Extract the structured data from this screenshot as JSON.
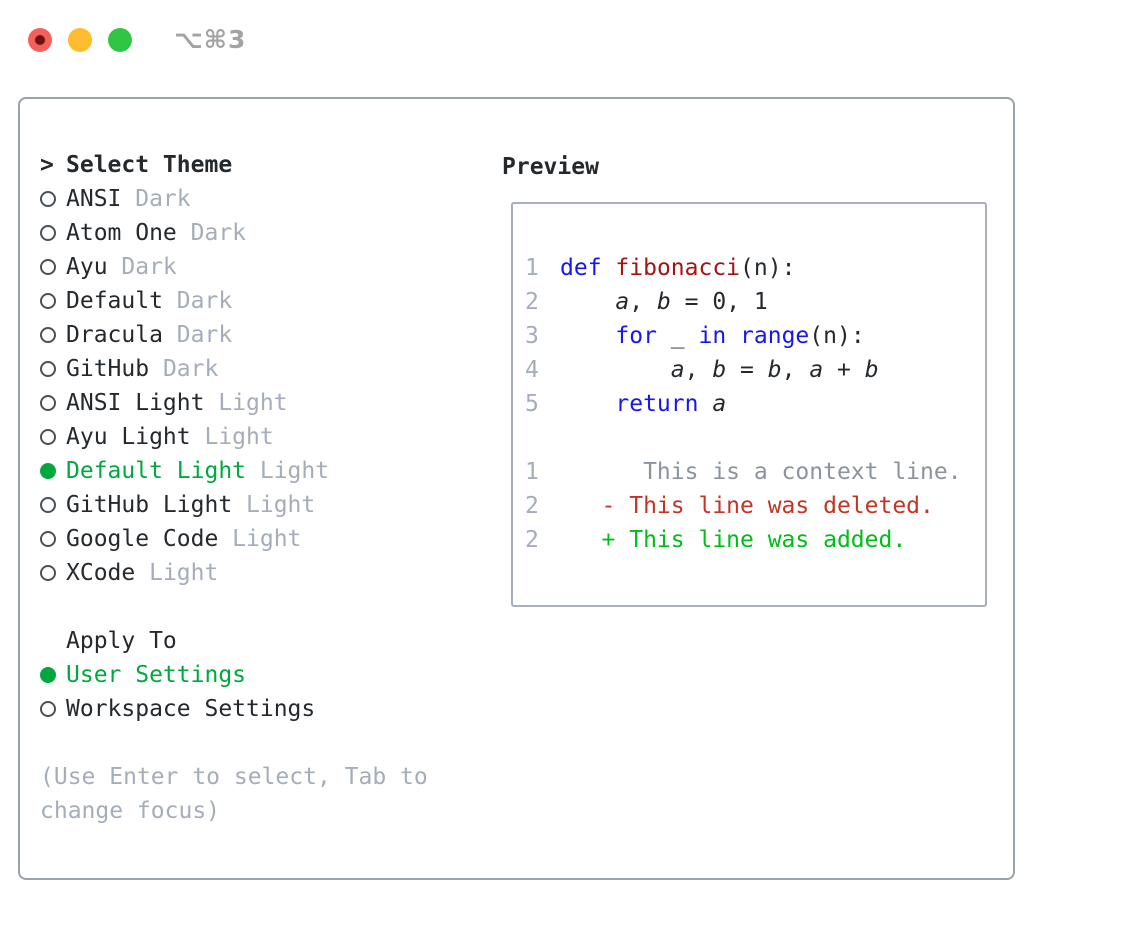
{
  "colors": {
    "text_primary": "#24292e",
    "text_muted": "#a5adba",
    "accent_green": "#00a83e",
    "diff_added": "#00bd18",
    "diff_removed": "#c43425",
    "diff_context": "#8b949e",
    "keyword_blue": "#1616f0",
    "function_red": "#a31515",
    "border_outer": "#9aa2ac",
    "border_inner": "#a9b0ba",
    "traffic_red": "#f4605a",
    "traffic_red_dot": "#6e1412",
    "traffic_yellow": "#fdbd2e",
    "traffic_green": "#31c546",
    "titlebar_text": "#a3a3a3"
  },
  "titlebar": {
    "title": "⌥⌘3"
  },
  "theme_picker": {
    "prompt": ">",
    "title": "Select Theme",
    "items": [
      {
        "name": "ANSI",
        "variant": "Dark",
        "selected": false
      },
      {
        "name": "Atom One",
        "variant": "Dark",
        "selected": false
      },
      {
        "name": "Ayu",
        "variant": "Dark",
        "selected": false
      },
      {
        "name": "Default",
        "variant": "Dark",
        "selected": false
      },
      {
        "name": "Dracula",
        "variant": "Dark",
        "selected": false
      },
      {
        "name": "GitHub",
        "variant": "Dark",
        "selected": false
      },
      {
        "name": "ANSI Light",
        "variant": "Light",
        "selected": false
      },
      {
        "name": "Ayu Light",
        "variant": "Light",
        "selected": false
      },
      {
        "name": "Default Light",
        "variant": "Light",
        "selected": true
      },
      {
        "name": "GitHub Light",
        "variant": "Light",
        "selected": false
      },
      {
        "name": "Google Code",
        "variant": "Light",
        "selected": false
      },
      {
        "name": "XCode",
        "variant": "Light",
        "selected": false
      }
    ],
    "apply_to": {
      "title": "Apply To",
      "options": [
        {
          "label": "User Settings",
          "selected": true
        },
        {
          "label": "Workspace Settings",
          "selected": false
        }
      ]
    },
    "hint": "(Use Enter to select, Tab to change focus)"
  },
  "preview": {
    "title": "Preview",
    "lines": [
      {
        "num": "1",
        "tokens": [
          {
            "t": "def",
            "c": "keyword"
          },
          {
            "t": " ",
            "c": "plain"
          },
          {
            "t": "fibonacci",
            "c": "func"
          },
          {
            "t": "(n):",
            "c": "plain"
          }
        ]
      },
      {
        "num": "2",
        "tokens": [
          {
            "t": "    ",
            "c": "plain"
          },
          {
            "t": "a",
            "c": "var"
          },
          {
            "t": ", ",
            "c": "plain"
          },
          {
            "t": "b",
            "c": "var"
          },
          {
            "t": " = 0, 1",
            "c": "plain"
          }
        ]
      },
      {
        "num": "3",
        "tokens": [
          {
            "t": "    ",
            "c": "plain"
          },
          {
            "t": "for",
            "c": "keyword"
          },
          {
            "t": " _ ",
            "c": "plain"
          },
          {
            "t": "in",
            "c": "keyword"
          },
          {
            "t": " ",
            "c": "plain"
          },
          {
            "t": "range",
            "c": "keyword"
          },
          {
            "t": "(n):",
            "c": "plain"
          }
        ]
      },
      {
        "num": "4",
        "tokens": [
          {
            "t": "        ",
            "c": "plain"
          },
          {
            "t": "a",
            "c": "var"
          },
          {
            "t": ", ",
            "c": "plain"
          },
          {
            "t": "b",
            "c": "var"
          },
          {
            "t": " = ",
            "c": "plain"
          },
          {
            "t": "b",
            "c": "var"
          },
          {
            "t": ", ",
            "c": "plain"
          },
          {
            "t": "a",
            "c": "var"
          },
          {
            "t": " + ",
            "c": "plain"
          },
          {
            "t": "b",
            "c": "var"
          }
        ]
      },
      {
        "num": "5",
        "tokens": [
          {
            "t": "    ",
            "c": "plain"
          },
          {
            "t": "return",
            "c": "keyword"
          },
          {
            "t": " ",
            "c": "plain"
          },
          {
            "t": "a",
            "c": "var"
          }
        ]
      },
      {
        "num": "",
        "tokens": []
      },
      {
        "num": "1",
        "tokens": [
          {
            "t": "      This is a context line.",
            "c": "context"
          }
        ]
      },
      {
        "num": "2",
        "tokens": [
          {
            "t": "   - This line was deleted.",
            "c": "removed"
          }
        ]
      },
      {
        "num": "2",
        "tokens": [
          {
            "t": "   + This line was added.",
            "c": "added"
          }
        ]
      }
    ]
  }
}
